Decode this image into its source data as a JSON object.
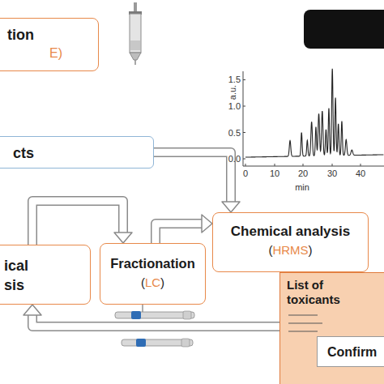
{
  "diagram": {
    "nodes": [
      {
        "text": [
          "tion",
          "E)"
        ]
      },
      {
        "text": [
          "cts"
        ]
      },
      {
        "text": [
          "Chemical analysis",
          "(HRMS)"
        ]
      },
      {
        "text": [
          "ical sis"
        ]
      },
      {
        "text": [
          "Fractionation",
          "(LC)"
        ]
      },
      {
        "text": [
          "List of toxicants"
        ]
      },
      {
        "text": [
          "Confirm"
        ],
        "in": 5
      }
    ],
    "edges": [
      {
        "from": 1,
        "to": 2,
        "arrow": "to"
      },
      {
        "from": 3,
        "to": 4,
        "arrow": "to"
      },
      {
        "from": 4,
        "to": 2,
        "arrow": "to"
      },
      {
        "from": 5,
        "to": 3,
        "arrow": "to"
      }
    ],
    "labels": [
      "1.5",
      "1.0",
      "0.5",
      "0.0",
      "a.u.",
      "0",
      "10",
      "20",
      "30",
      "40",
      "min"
    ]
  }
}
